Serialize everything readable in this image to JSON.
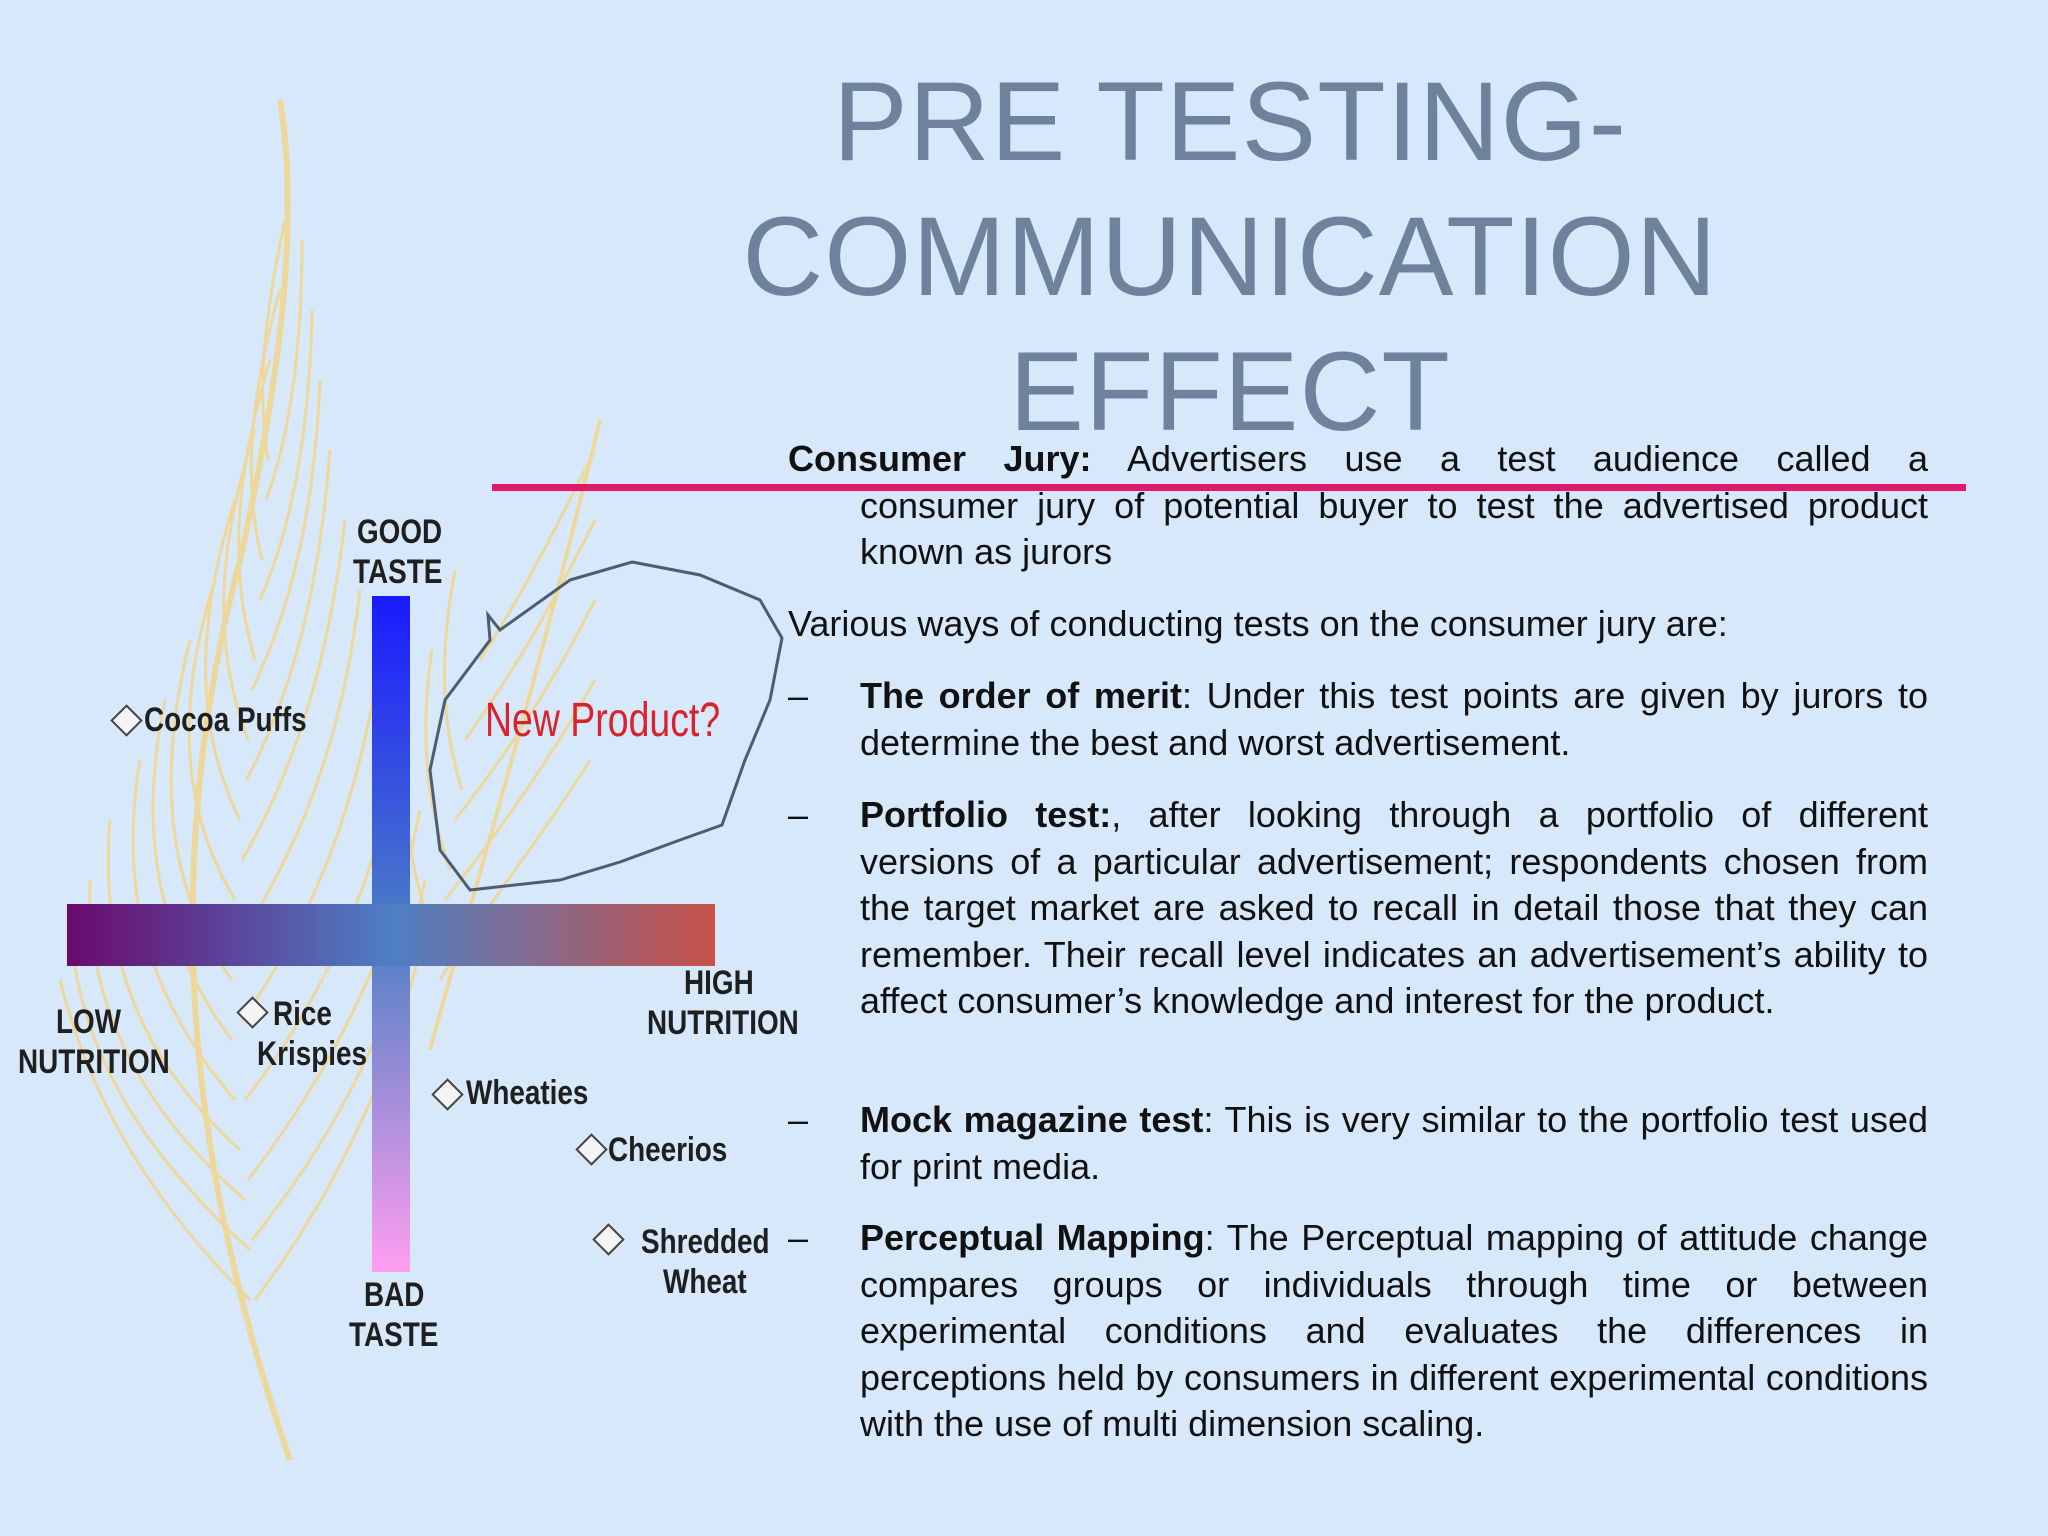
{
  "title": {
    "line1": "PRE TESTING-",
    "line2": "COMMUNICATION",
    "line3": "EFFECT"
  },
  "diagram": {
    "good_taste_1": "GOOD",
    "good_taste_2": "TASTE",
    "bad_taste_1": "BAD",
    "bad_taste_2": "TASTE",
    "low_nutrition_1": "LOW",
    "low_nutrition_2": "NUTRITION",
    "high_nutrition_1": "HIGH",
    "high_nutrition_2": "NUTRITION",
    "new_product": "New Product?",
    "cereals": {
      "cocoa_puffs": "Cocoa Puffs",
      "rice_1": "Rice",
      "rice_2": "Krispies",
      "wheaties": "Wheaties",
      "cheerios": "Cheerios",
      "shredded_1": "Shredded",
      "shredded_2": "Wheat"
    },
    "colors": {
      "vertical_top": "#1a1aff",
      "vertical_bottom": "#ff9ef0",
      "horizontal_left": "#6a0a6e",
      "horizontal_right": "#c85048",
      "center": "#4d7fc4",
      "rule": "#e0196b"
    }
  },
  "content": {
    "jury_heading": "Consumer Jury:",
    "jury_first": "Advertisers use a test audience called a",
    "jury_rest": "consumer jury of potential buyer to test the advertised product known as jurors",
    "intro": "Various ways of conducting tests on the consumer jury are:",
    "dash": "–",
    "merit_heading": "The order of merit",
    "merit_text": ": Under this test points are given by jurors to determine the best and worst advertisement.",
    "portfolio_heading": "Portfolio test:",
    "portfolio_text": ", after looking through a portfolio of different versions of a particular advertisement; respondents chosen from the target market are asked to recall in detail those that they can remember. Their recall level indicates an advertisement’s ability to affect consumer’s knowledge and interest for the product.",
    "mock_heading": "Mock magazine test",
    "mock_text": ": This is very similar to the portfolio test used for print media.",
    "mapping_heading": "Perceptual Mapping",
    "mapping_text": ": The Perceptual mapping of attitude change compares groups or individuals through time or between experimental conditions and evaluates the differences in perceptions held by consumers in different experimental conditions with the use of multi dimension scaling."
  }
}
